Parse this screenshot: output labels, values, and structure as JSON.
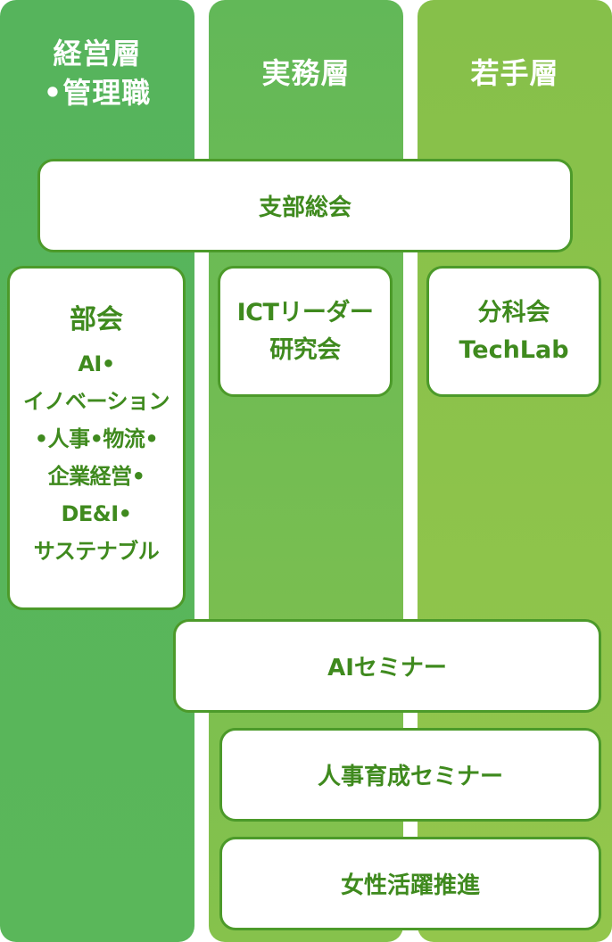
{
  "columns": [
    {
      "title": "経営層\n•管理職"
    },
    {
      "title": "実務層"
    },
    {
      "title": "若手層"
    }
  ],
  "boxes": {
    "general_meeting": "支部総会",
    "bukai": {
      "title": "部会",
      "subtitle": "AI•\nイノベーション\n•人事•物流•\n企業経営•\nDE&I•\nサステナブル"
    },
    "ict": "ICTリーダー\n研究会",
    "techlab": "分科会\nTechLab",
    "ai_seminar": "AIセミナー",
    "hr_seminar": "人事育成セミナー",
    "women": "女性活躍推進"
  },
  "colors": {
    "col_left": "#56b45c",
    "col_mid": "#6fbc52",
    "col_right": "#8fc34b",
    "box_border": "#4c9a2a",
    "box_text": "#3f8a1e"
  }
}
